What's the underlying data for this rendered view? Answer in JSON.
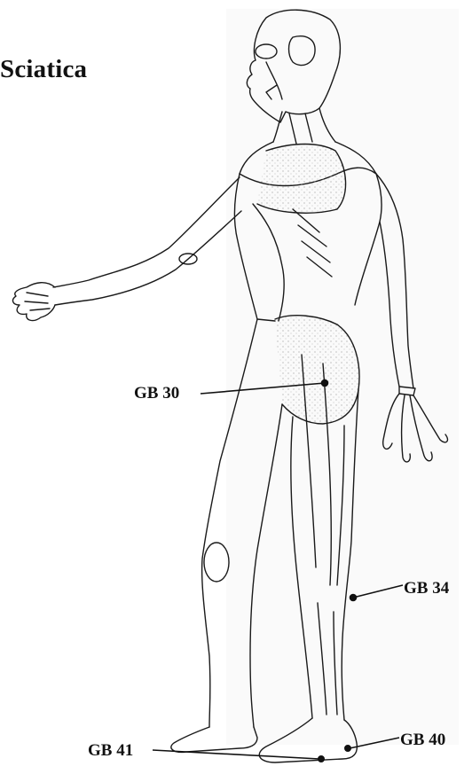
{
  "title": "Sciatica",
  "points": {
    "gb30": "GB 30",
    "gb34": "GB 34",
    "gb40": "GB 40",
    "gb41": "GB 41"
  },
  "colors": {
    "ink": "#111111",
    "background": "#ffffff",
    "stipple": "#bdbdbd"
  }
}
